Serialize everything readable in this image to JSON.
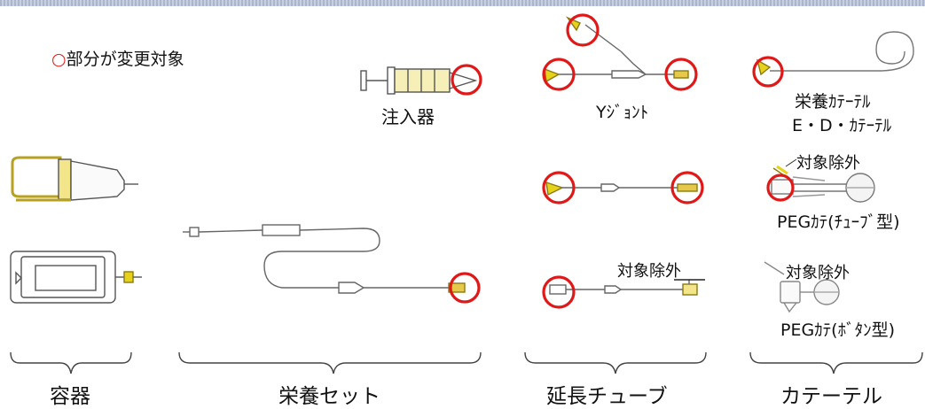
{
  "note": {
    "mark": "○",
    "text": "部分が変更対象"
  },
  "syringe_label": "注入器",
  "y_joint_label": "Yｼﾞｮﾝﾄ",
  "catheter_ed": {
    "line1": "栄養ｶﾃｰﾃﾙ",
    "line2": "E・D・ｶﾃｰﾃﾙ"
  },
  "excluded_label": "対象除外",
  "peg_tube_label": "PEGｶﾃ(ﾁｭｰﾌﾞ型)",
  "peg_button_label": "PEGｶﾃ(ﾎﾞﾀﾝ型)",
  "categories": [
    "容器",
    "栄養セット",
    "延長チューブ",
    "カテーテル"
  ],
  "colors": {
    "marker": "#e01818",
    "connector": "#e6d21a",
    "line": "#555555"
  }
}
